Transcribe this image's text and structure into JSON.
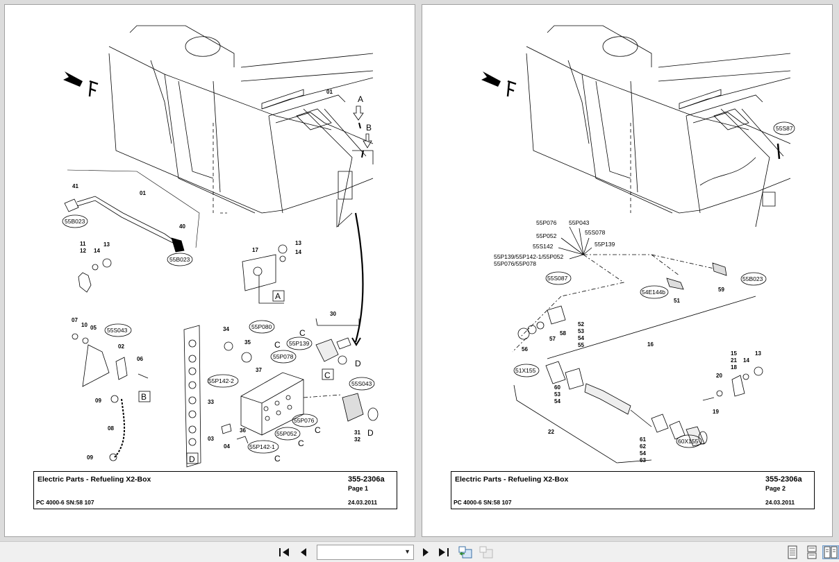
{
  "pages": [
    {
      "title": "Electric Parts - Refueling X2-Box",
      "doc_no": "355-2306a",
      "page_label": "Page 1",
      "model": "PC 4000-6 SN:58 107",
      "date": "24.03.2011",
      "direction_letter": "F",
      "callouts": {
        "c01a": "01",
        "cA": "A",
        "cB": "B",
        "c41": "41",
        "c01b": "01",
        "c40": "40",
        "b55B023a": "55B023",
        "b55B023b": "55B023",
        "c11": "11",
        "c12": "12",
        "c14a": "14",
        "c13a": "13",
        "c17": "17",
        "c13b": "13",
        "c14b": "14",
        "boxA": "A",
        "c07": "07",
        "c10": "10",
        "c05": "05",
        "b55S043a": "55S043",
        "c02": "02",
        "c06": "06",
        "boxB": "B",
        "c09a": "09",
        "c08": "08",
        "c09b": "09",
        "c34": "34",
        "c35": "35",
        "c33": "33",
        "c03": "03",
        "c04": "04",
        "c36": "36",
        "c37": "37",
        "boxD": "D",
        "b55P080": "55P080",
        "b55P139": "55P139",
        "b55P078": "55P078",
        "b55P142_2": "55P142-2",
        "b55P076": "55P076",
        "b55P052": "55P052",
        "b55P142_1": "55P142-1",
        "cC1": "C",
        "cC2": "C",
        "cC3": "C",
        "cC4": "C",
        "cC5": "C",
        "c30": "30",
        "cD1": "D",
        "boxC": "C",
        "b55S043b": "55S043",
        "c31": "31",
        "c32": "32",
        "cD2": "D"
      }
    },
    {
      "title": "Electric Parts - Refueling X2-Box",
      "doc_no": "355-2306a",
      "page_label": "Page 2",
      "model": "PC 4000-6 SN:58 107",
      "date": "24.03.2011",
      "direction_letter": "F",
      "callouts": {
        "b55S87": "55S87",
        "t55P076": "55P076",
        "t55P043": "55P043",
        "t55P052": "55P052",
        "t55S078": "55S078",
        "t55S142": "55S142",
        "t55P139": "55P139",
        "tlist1": "55P139/55P142-1/55P052",
        "tlist2": "55P076/55P078",
        "b55S087": "55S087",
        "b54E144b": "54E144b",
        "c51": "51",
        "c59": "59",
        "b55B023": "55B023",
        "c52": "52",
        "c53a": "53",
        "c54a": "54",
        "c55": "55",
        "c57": "57",
        "c58": "58",
        "c56": "56",
        "c16": "16",
        "b51X155": "51X155",
        "c60": "60",
        "c53b": "53",
        "c54b": "54",
        "c15": "15",
        "c21": "21",
        "c18": "18",
        "c13": "13",
        "c14": "14",
        "c20": "20",
        "c19": "19",
        "c22": "22",
        "c61": "61",
        "c62": "62",
        "c54c": "54",
        "c63": "63",
        "b60X155": "60X155"
      }
    }
  ],
  "toolbar": {
    "icons": [
      "first-page-icon",
      "previous-page-icon",
      "next-page-icon",
      "last-page-icon",
      "go-back-view-icon",
      "go-forward-view-icon",
      "single-page-icon",
      "continuous-page-icon",
      "facing-pages-icon"
    ],
    "page_select_value": ""
  }
}
